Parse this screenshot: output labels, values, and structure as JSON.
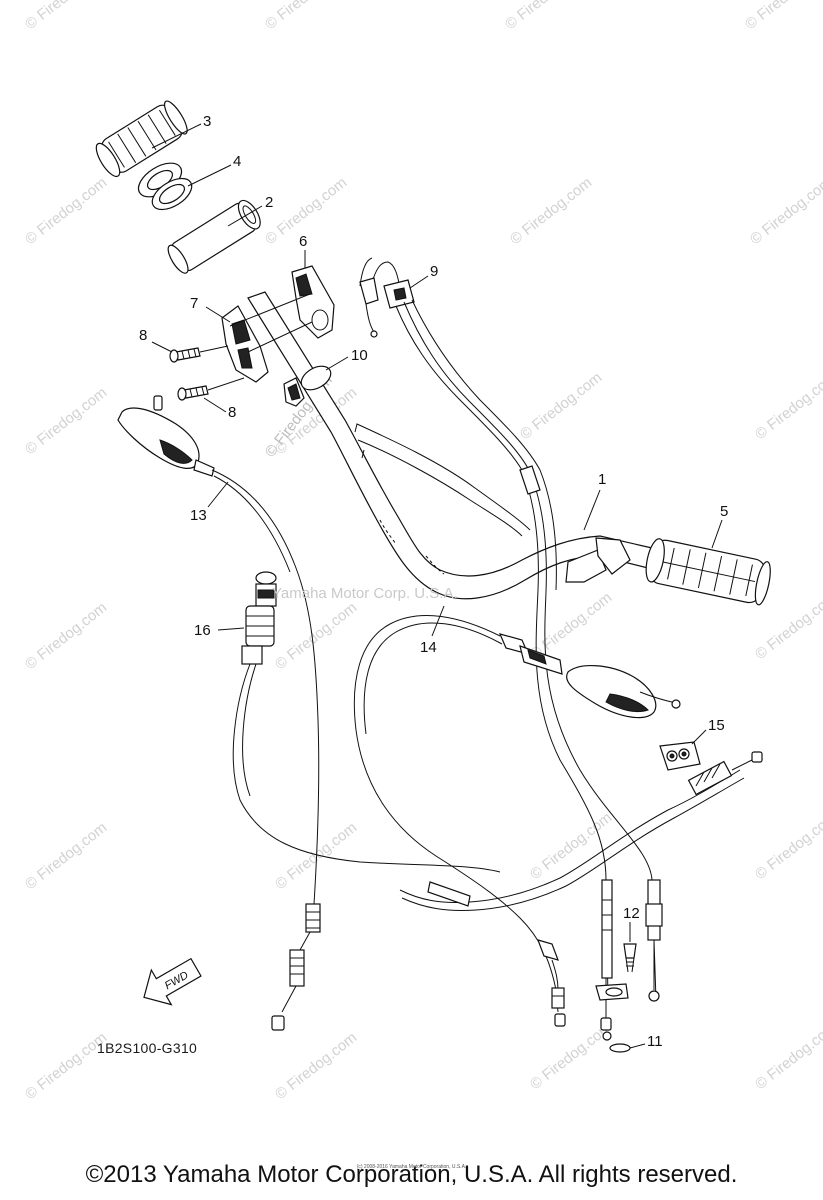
{
  "diagram": {
    "callouts": [
      "1",
      "2",
      "3",
      "4",
      "5",
      "6",
      "7",
      "8",
      "8",
      "9",
      "10",
      "11",
      "12",
      "13",
      "14",
      "15",
      "16"
    ],
    "diagram_code": "1B2S100-G310",
    "direction_label": "FWD",
    "center_watermark": "Yamaha Motor Corp. U.S.A.",
    "watermark_text": "© Firedog.com",
    "copyright": "©2013 Yamaha Motor Corporation, U.S.A. All rights reserved.",
    "fine_print": "(c) 2008-2016 Yamaha Motor Corporation, U.S.A."
  }
}
